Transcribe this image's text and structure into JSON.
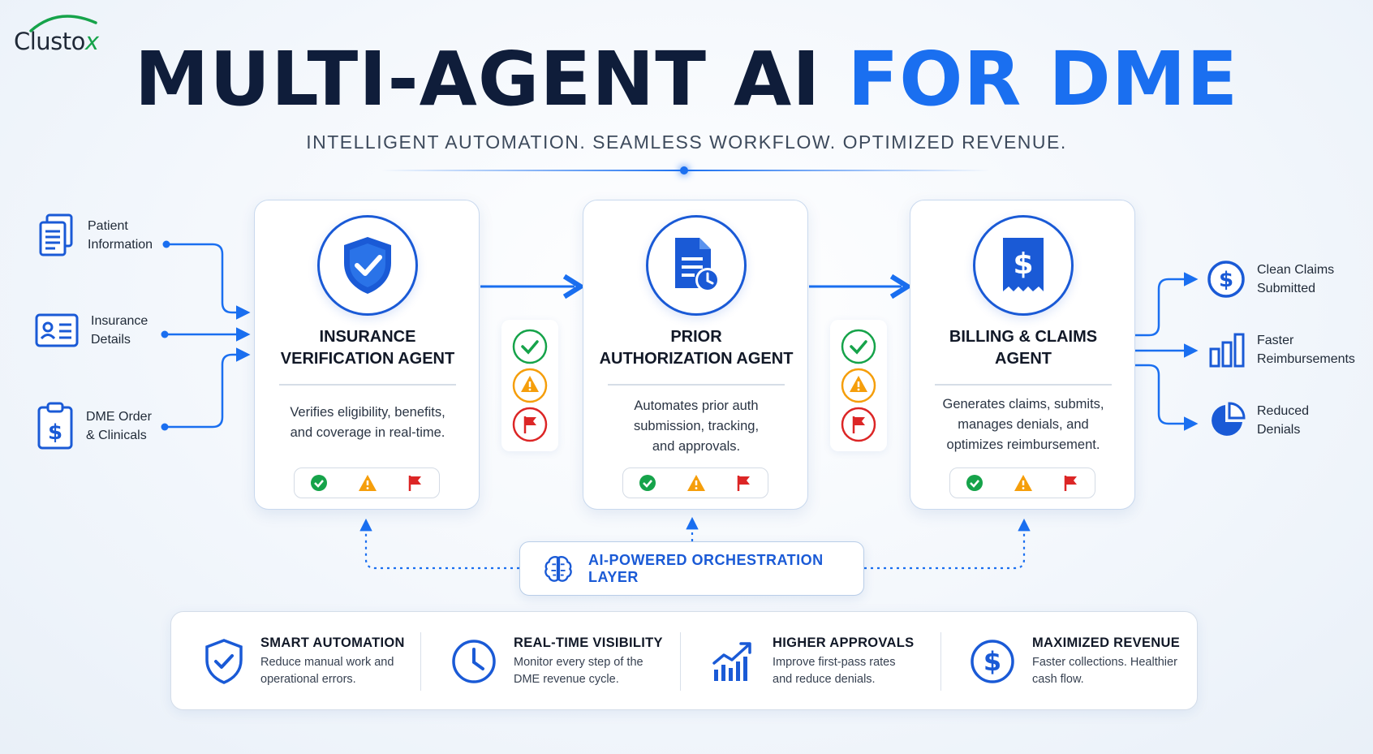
{
  "logo": {
    "text": "Clusto",
    "x_letter": "x"
  },
  "title": {
    "dark": "MULTI-AGENT AI",
    "blue": "FOR DME"
  },
  "subtitle": "INTELLIGENT AUTOMATION. SEAMLESS WORKFLOW. OPTIMIZED REVENUE.",
  "inputs": [
    {
      "icon": "document-stack-icon",
      "line1": "Patient",
      "line2": "Information"
    },
    {
      "icon": "id-card-icon",
      "line1": "Insurance",
      "line2": "Details"
    },
    {
      "icon": "clipboard-dollar-icon",
      "line1": "DME Order",
      "line2": "& Clinicals"
    }
  ],
  "agents": [
    {
      "icon": "shield-check-icon",
      "title1": "INSURANCE",
      "title2": "VERIFICATION AGENT",
      "desc": [
        "Verifies eligibility, benefits,",
        "and coverage in real-time."
      ]
    },
    {
      "icon": "document-clock-icon",
      "title1": "PRIOR",
      "title2": "AUTHORIZATION AGENT",
      "desc": [
        "Automates prior auth",
        "submission, tracking,",
        "and approvals."
      ]
    },
    {
      "icon": "receipt-dollar-icon",
      "title1": "BILLING & CLAIMS",
      "title2": "AGENT",
      "desc": [
        "Generates claims, submits,",
        "manages denials, and",
        "optimizes reimbursement."
      ]
    }
  ],
  "status_icons": [
    "check-circle-icon",
    "warning-icon",
    "flag-icon"
  ],
  "outputs": [
    {
      "icon": "dollar-circle-icon",
      "line1": "Clean Claims",
      "line2": "Submitted"
    },
    {
      "icon": "bar-chart-icon",
      "line1": "Faster",
      "line2": "Reimbursements"
    },
    {
      "icon": "pie-chart-icon",
      "line1": "Reduced",
      "line2": "Denials"
    }
  ],
  "orchestration": {
    "icon": "brain-icon",
    "label": "AI-POWERED ORCHESTRATION LAYER"
  },
  "benefits": [
    {
      "icon": "shield-check-icon",
      "title": "SMART AUTOMATION",
      "desc1": "Reduce manual work and",
      "desc2": "operational errors."
    },
    {
      "icon": "clock-icon",
      "title": "REAL-TIME VISIBILITY",
      "desc1": "Monitor every step of the",
      "desc2": "DME revenue cycle."
    },
    {
      "icon": "trend-chart-icon",
      "title": "HIGHER APPROVALS",
      "desc1": "Improve first-pass rates",
      "desc2": "and reduce denials."
    },
    {
      "icon": "dollar-circle-icon",
      "title": "MAXIMIZED REVENUE",
      "desc1": "Faster collections. Healthier",
      "desc2": "cash flow."
    }
  ],
  "colors": {
    "navy": "#0f1d3a",
    "brand_blue": "#1a6ff0",
    "icon_blue": "#1a5ad6",
    "success": "#16a34a",
    "warning": "#f59e0b",
    "danger": "#dc2626"
  }
}
